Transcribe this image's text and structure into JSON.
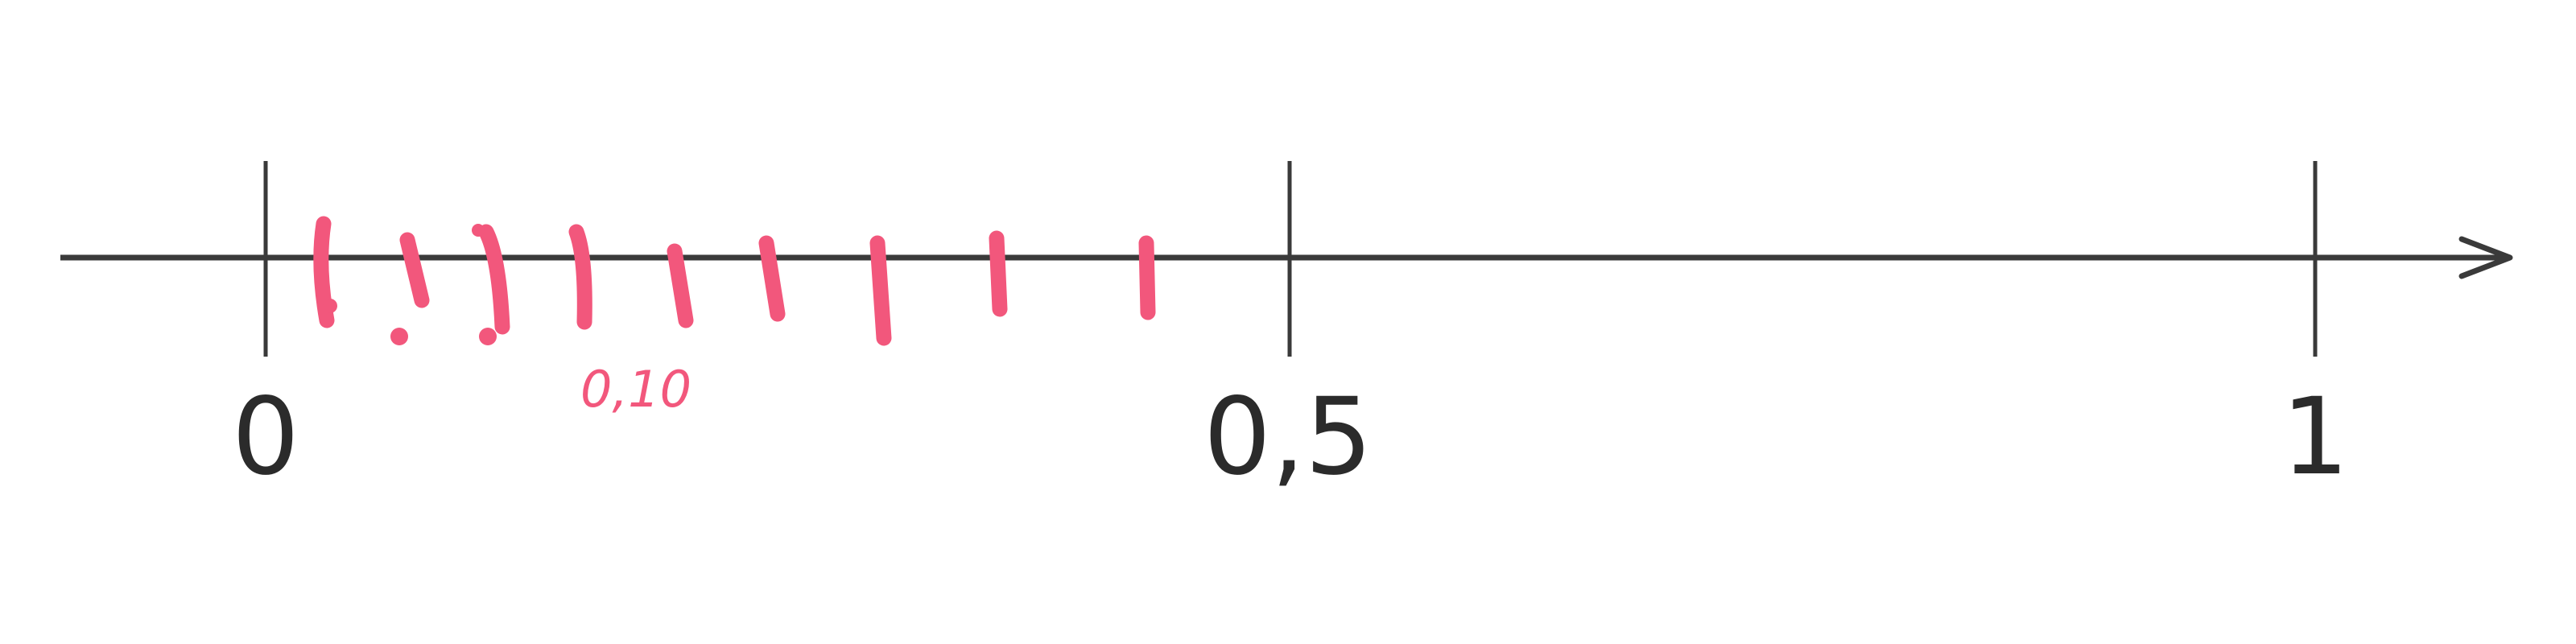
{
  "number_line": {
    "ticks": [
      {
        "label": "0"
      },
      {
        "label": "0,5"
      },
      {
        "label": "1"
      }
    ],
    "annotation": {
      "label": "0,10"
    },
    "colors": {
      "axis": "#3a3a3a",
      "marks": "#f2577c"
    }
  }
}
